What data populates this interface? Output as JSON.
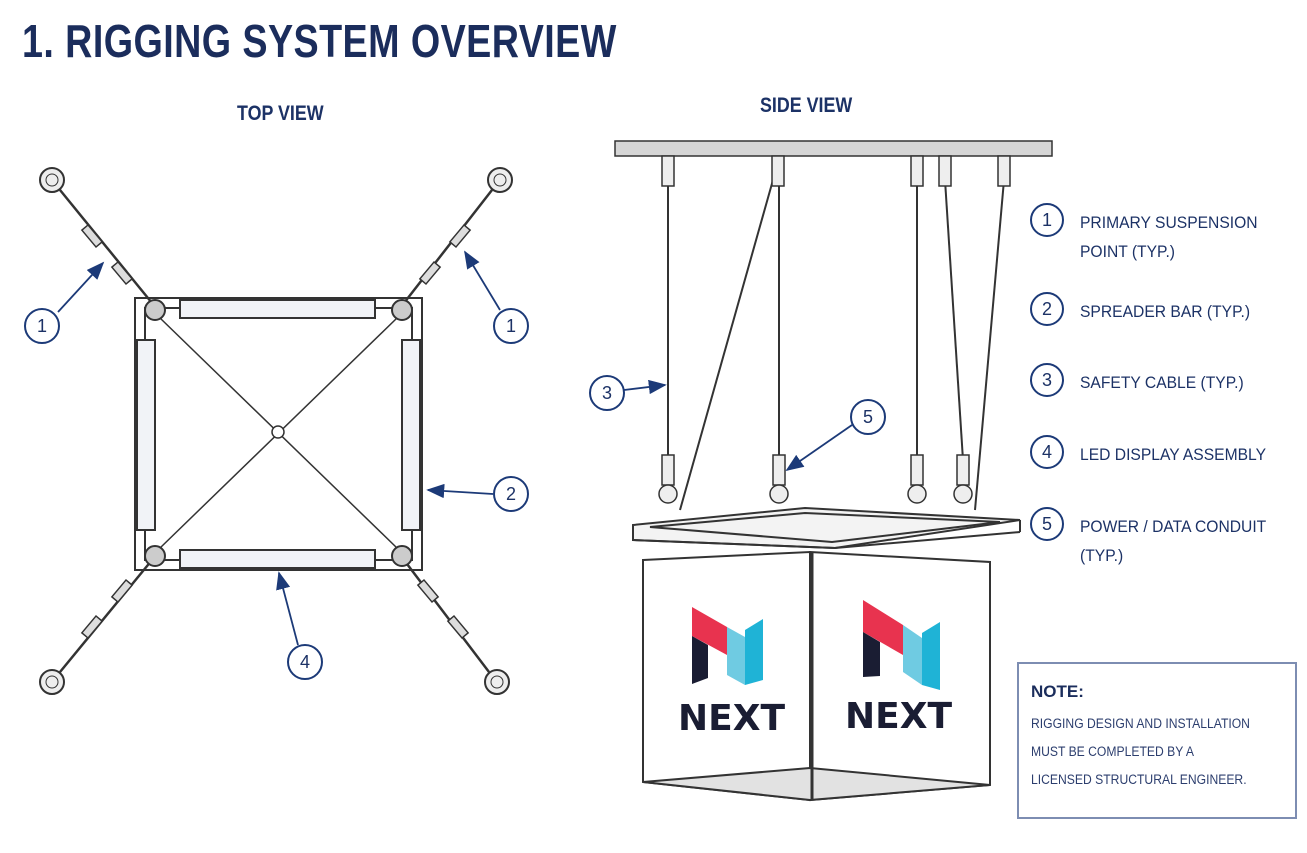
{
  "title": "1. RIGGING SYSTEM OVERVIEW",
  "views": {
    "top": "TOP VIEW",
    "side": "SIDE VIEW"
  },
  "callouts": {
    "top_left": "1",
    "top_right": "1",
    "spreader": "2",
    "display": "4",
    "safety_cable": "3",
    "conduit": "5"
  },
  "legend": [
    {
      "num": "1",
      "label": "PRIMARY SUSPENSION POINT (TYP.)"
    },
    {
      "num": "2",
      "label": "SPREADER BAR (TYP.)"
    },
    {
      "num": "3",
      "label": "SAFETY CABLE (TYP.)"
    },
    {
      "num": "4",
      "label": "LED DISPLAY ASSEMBLY"
    },
    {
      "num": "5",
      "label": "POWER / DATA CONDUIT (TYP.)"
    }
  ],
  "logo": {
    "text": "NEXT",
    "colors": {
      "red": "#e8334f",
      "navy": "#1a1d33",
      "cyan": "#1fb3d6",
      "light_cyan": "#6fcbe2"
    }
  },
  "note": {
    "title": "NOTE:",
    "lines": [
      "RIGGING DESIGN AND INSTALLATION",
      "MUST BE COMPLETED BY A",
      "LICENSED STRUCTURAL ENGINEER."
    ]
  },
  "colors": {
    "text": "#1c3266",
    "line": "#333333"
  }
}
